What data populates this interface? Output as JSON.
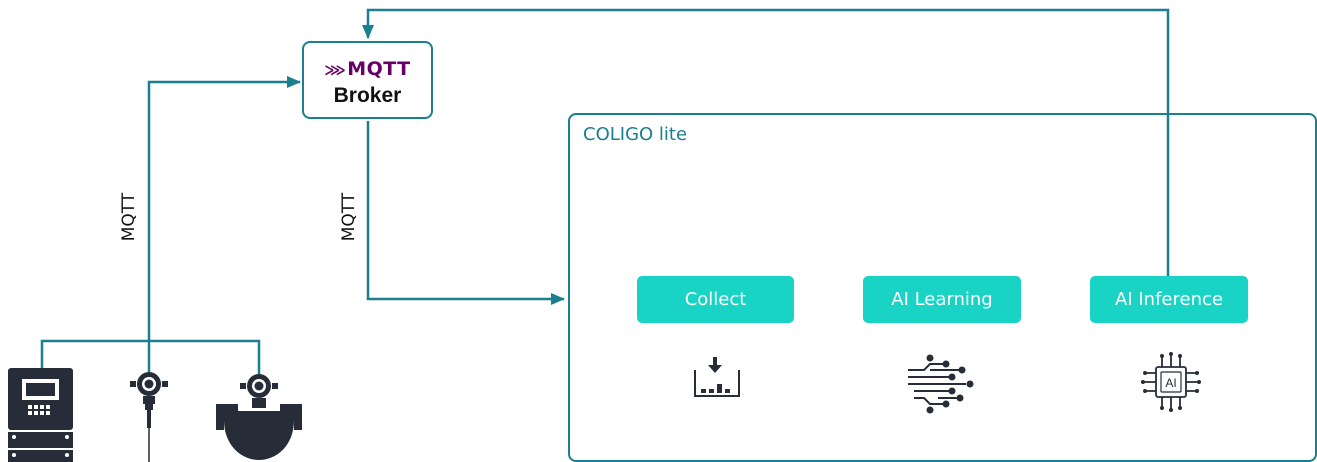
{
  "broker": {
    "logo_text": "MQTT",
    "label": "Broker"
  },
  "edge_labels": {
    "left_mqtt": "MQTT",
    "right_mqtt": "MQTT"
  },
  "coligo": {
    "title": "COLIGO lite",
    "modules": [
      {
        "label": "Collect",
        "icon": "collect-icon"
      },
      {
        "label": "AI Learning",
        "icon": "neural-network-icon"
      },
      {
        "label": "AI Inference",
        "icon": "ai-chip-icon"
      }
    ],
    "chip_text": "AI"
  },
  "devices": [
    "transmitter-device",
    "pressure-sensor-device",
    "flowmeter-device"
  ],
  "colors": {
    "line": "#1a7f8e",
    "pill": "#19d3c5",
    "mqtt_logo": "#660066",
    "device": "#262c38"
  }
}
